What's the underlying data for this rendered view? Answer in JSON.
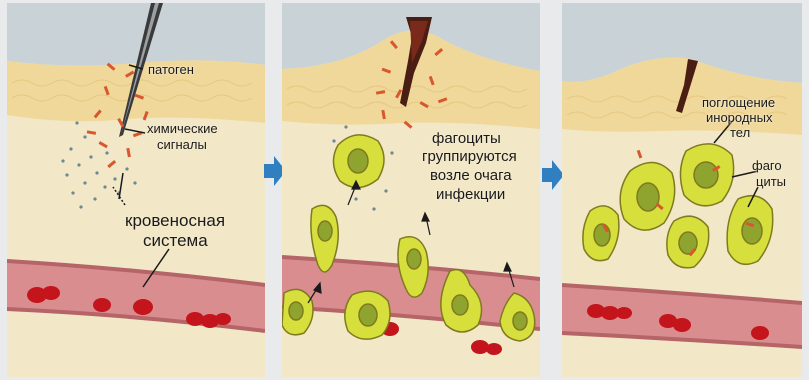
{
  "panels": [
    {
      "name": "panel-1",
      "labels": {
        "pathogen": "патоген",
        "chemical_line1": "химические",
        "chemical_line2": "сигналы",
        "blood_line1": "кровеносная",
        "blood_line2": "система"
      }
    },
    {
      "name": "panel-2",
      "labels": {
        "line1": "фагоциты",
        "line2": "группируются",
        "line3": "возле очага",
        "line4": "инфекции"
      }
    },
    {
      "name": "panel-3",
      "labels": {
        "engulf_line1": "поглощение",
        "engulf_line2": "инородных",
        "engulf_line3": "тел",
        "phago_line1": "фаго",
        "phago_line2": "циты"
      }
    }
  ],
  "colors": {
    "sky": "#c9d3d7",
    "skin": "#f0dca2",
    "tissue": "#f2e7c6",
    "vessel": "#d98d8f",
    "blood_cell": "#c4141c",
    "phagocyte": "#d7df3c",
    "arrow": "#2f7fc1"
  }
}
